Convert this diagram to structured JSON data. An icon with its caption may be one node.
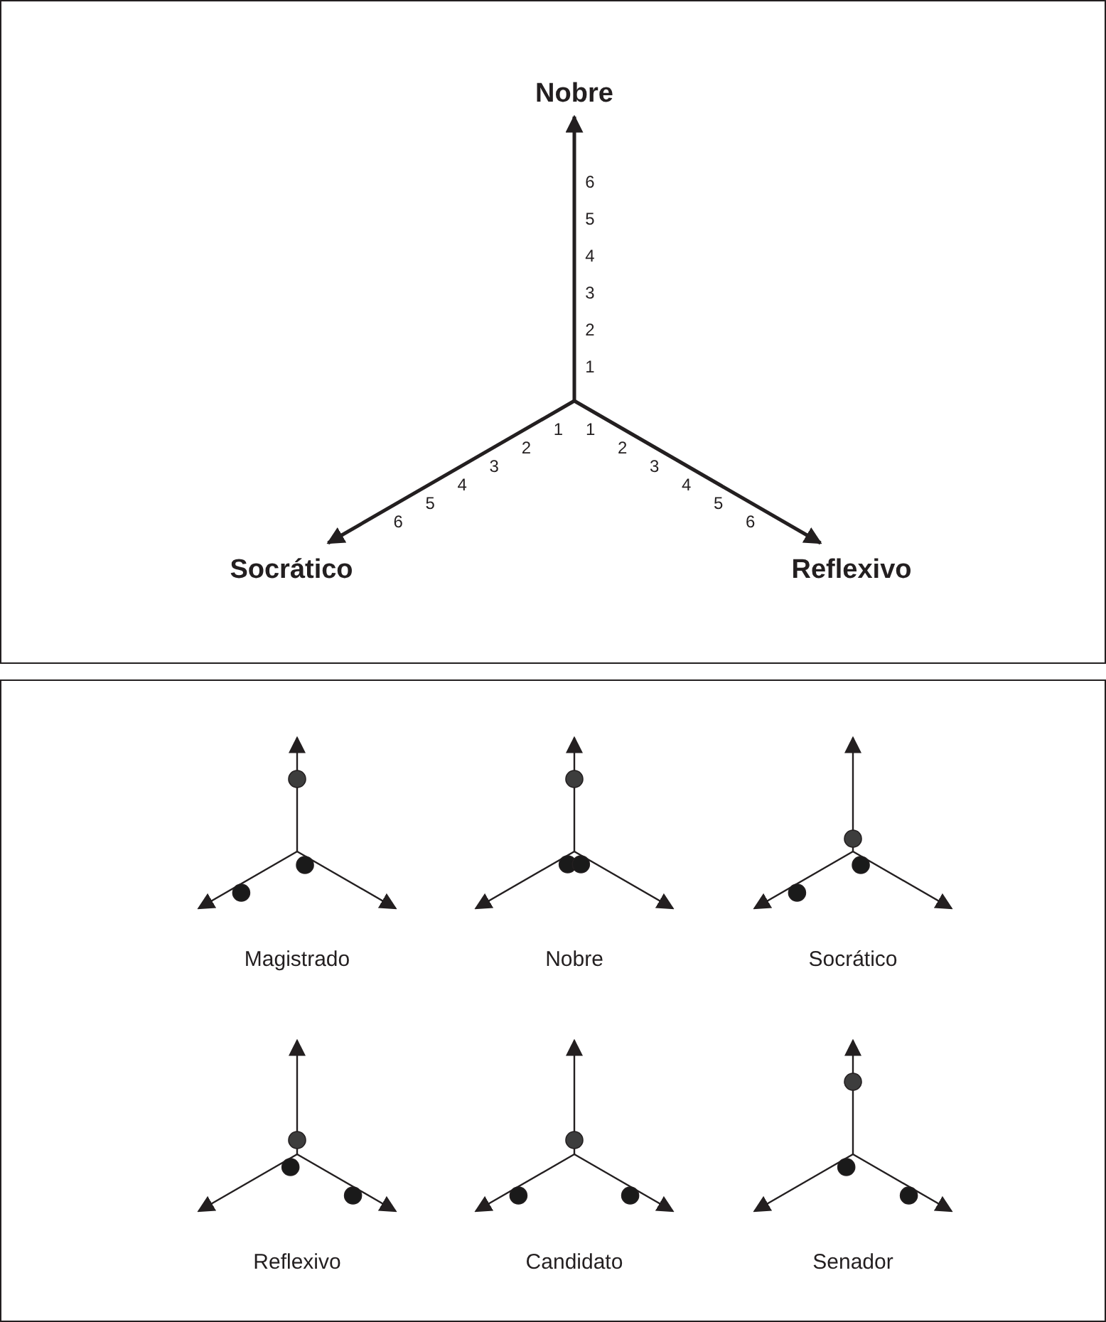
{
  "diagram": {
    "labels": [
      "Nobre",
      "6",
      "5",
      "4",
      "3",
      "2",
      "1",
      "1",
      "2",
      "3",
      "4",
      "5",
      "6",
      "1",
      "2",
      "3",
      "4",
      "5",
      "6",
      "Socrático",
      "Reflexivo",
      "Magistrado",
      "Nobre",
      "Socrático",
      "Reflexivo",
      "Candidato",
      "Senador"
    ]
  }
}
